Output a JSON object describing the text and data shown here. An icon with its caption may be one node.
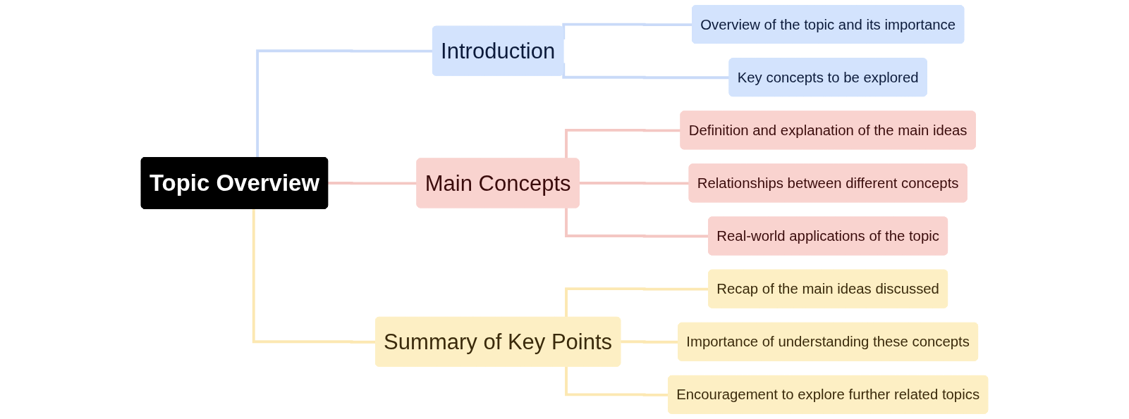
{
  "diagram": {
    "nodes": [
      {
        "text": [
          "Topic Overview"
        ]
      },
      {
        "text": [
          "Introduction"
        ]
      },
      {
        "text": [
          "Overview of the topic and its importance"
        ]
      },
      {
        "text": [
          "Key concepts to be explored"
        ]
      },
      {
        "text": [
          "Main Concepts"
        ]
      },
      {
        "text": [
          "Definition and explanation of the main ideas"
        ]
      },
      {
        "text": [
          "Relationships between different concepts"
        ]
      },
      {
        "text": [
          "Real-world applications of the topic"
        ]
      },
      {
        "text": [
          "Summary of Key Points"
        ]
      },
      {
        "text": [
          "Recap of the main ideas discussed"
        ]
      },
      {
        "text": [
          "Importance of understanding these concepts"
        ]
      },
      {
        "text": [
          "Encouragement to explore further related topics"
        ]
      }
    ],
    "edges": [
      {
        "from": 0,
        "to": 1,
        "arrow": "none",
        "color": "#c9daf8"
      },
      {
        "from": 1,
        "to": 2,
        "arrow": "none",
        "color": "#c9daf8"
      },
      {
        "from": 1,
        "to": 3,
        "arrow": "none",
        "color": "#c9daf8"
      },
      {
        "from": 0,
        "to": 4,
        "arrow": "none",
        "color": "#f4c7c3"
      },
      {
        "from": 4,
        "to": 5,
        "arrow": "none",
        "color": "#f4c7c3"
      },
      {
        "from": 4,
        "to": 6,
        "arrow": "none",
        "color": "#f4c7c3"
      },
      {
        "from": 4,
        "to": 7,
        "arrow": "none",
        "color": "#f4c7c3"
      },
      {
        "from": 0,
        "to": 8,
        "arrow": "none",
        "color": "#fce8b2"
      },
      {
        "from": 8,
        "to": 9,
        "arrow": "none",
        "color": "#fce8b2"
      },
      {
        "from": 8,
        "to": 10,
        "arrow": "none",
        "color": "#fce8b2"
      },
      {
        "from": 8,
        "to": 11,
        "arrow": "none",
        "color": "#fce8b2"
      }
    ]
  }
}
